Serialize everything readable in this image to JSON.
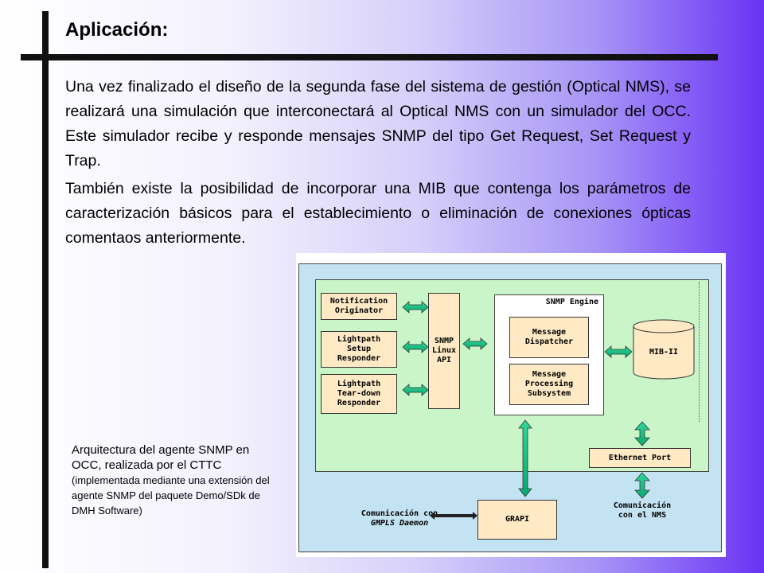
{
  "slide": {
    "title": "Aplicación:",
    "paragraph1": "Una vez finalizado el diseño de la segunda fase del sistema de gestión (Optical NMS), se realizará una simulación que interconectará al Optical NMS con un simulador del OCC. Este simulador recibe y responde mensajes SNMP del tipo Get Request, Set Request y Trap.",
    "paragraph2": "También existe la posibilidad de incorporar una MIB que contenga los parámetros de caracterización básicos para el establecimiento o eliminación de conexiones ópticas comentaos anteriormente.",
    "caption_main": "Arquitectura del agente SNMP en OCC, realizada por el CTTC",
    "caption_small": "(implementada mediante una extensión del agente SNMP del paquete Demo/SDk de DMH Software)"
  },
  "diagram": {
    "notification_originator": [
      "Notification",
      "Originator"
    ],
    "lightpath_setup": [
      "Lightpath",
      "Setup",
      "Responder"
    ],
    "lightpath_teardown": [
      "Lightpath",
      "Tear-down",
      "Responder"
    ],
    "snmp_api": [
      "SNMP",
      "Linux",
      "API"
    ],
    "snmp_engine": "SNMP Engine",
    "message_dispatcher": [
      "Message",
      "Dispatcher"
    ],
    "message_processing": [
      "Message",
      "Processing",
      "Subsystem"
    ],
    "mib": "MIB-II",
    "ethernet_port": "Ethernet Port",
    "grapi": "GRAPI",
    "comm_gmpls": [
      "Comunicación con",
      "GMPLS Daemon"
    ],
    "comm_nms": [
      "Comunicación",
      "con el NMS"
    ]
  },
  "colors": {
    "box_fill": "#ffeac5",
    "agent_fill": "#caf5c8",
    "outer_fill": "#c4e3f2",
    "arrow_fill": "#19c98a"
  }
}
